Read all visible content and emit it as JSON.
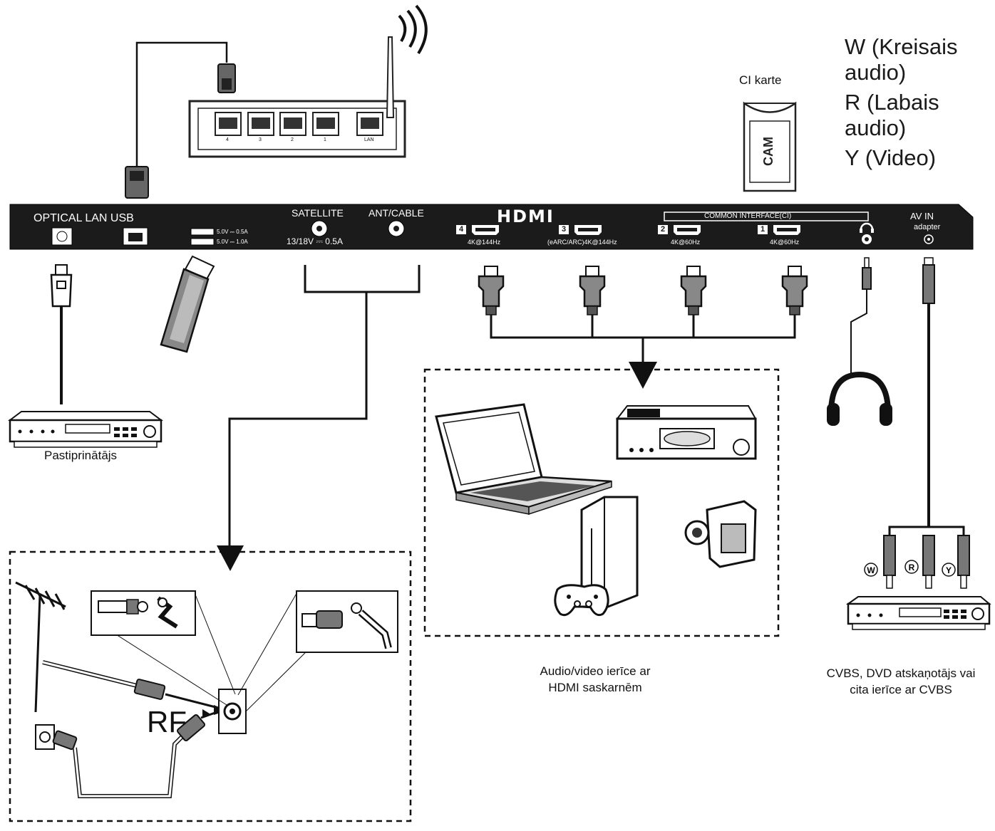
{
  "legend": {
    "w_line1": "W (Kreisais",
    "w_line2": "audio)",
    "r_line1": "R (Labais",
    "r_line2": "audio)",
    "y_line": "Y (Video)"
  },
  "ci_card": {
    "label": "CI karte",
    "cam_text": "CAM"
  },
  "panel": {
    "optical_lan_usb": "OPTICAL LAN USB",
    "satellite": "SATELLITE",
    "satellite_spec": "13/18V ⎓ 0.5A",
    "ant_cable": "ANT/CABLE",
    "hdmi_logo": "HDMI",
    "hdmi4_spec": "4K@144Hz",
    "hdmi3_spec": "(eARC/ARC)4K@144Hz",
    "hdmi2_spec": "4K@60Hz",
    "hdmi1_spec": "4K@60Hz",
    "ci_label": "COMMON INTERFACE(CI)",
    "av_in": "AV IN",
    "av_adapter": "adapter",
    "usb_spec_1": "5.0V ⎓ 0.5A",
    "usb_spec_2": "5.0V ⎓ 1.0A",
    "hdmi_nums": [
      "4",
      "3",
      "2",
      "1"
    ]
  },
  "router": {
    "port_labels": [
      "4",
      "3",
      "2",
      "1",
      "LAN"
    ]
  },
  "devices": {
    "amplifier_label": "Pastiprinātājs",
    "hdmi_caption_line1": "Audio/video ierīce ar",
    "hdmi_caption_line2": "HDMI saskarnēm",
    "cvbs_caption_line1": "CVBS, DVD atskaņotājs vai",
    "cvbs_caption_line2": "cita ierīce ar CVBS"
  },
  "rca": {
    "w": "W",
    "r": "R",
    "y": "Y"
  },
  "antenna": {
    "rf_label": "RF"
  }
}
